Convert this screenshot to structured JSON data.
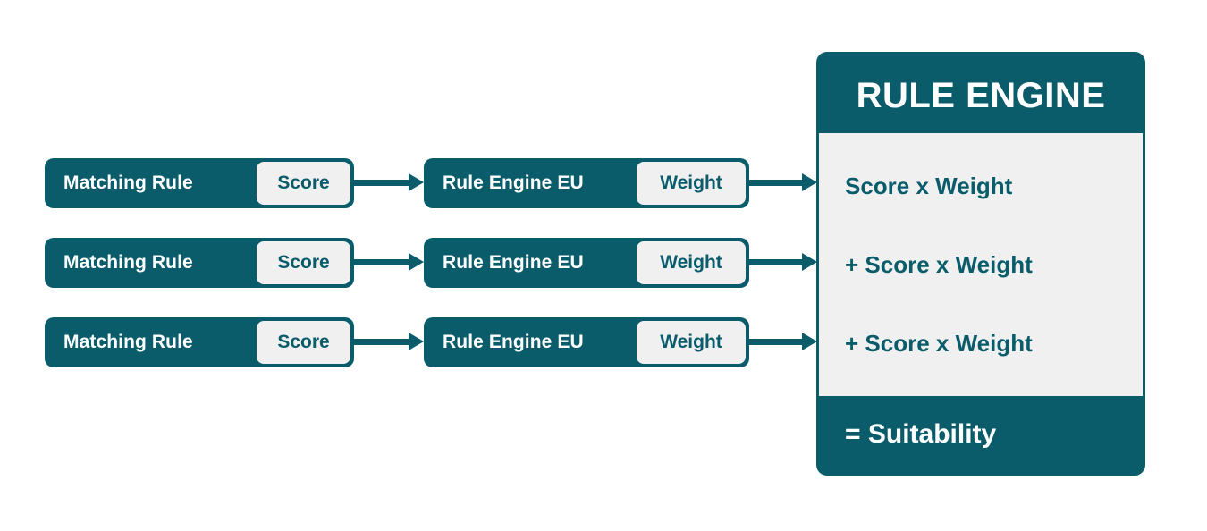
{
  "diagram": {
    "title_text": "RULE ENGINE",
    "background_color": "#ffffff",
    "accent_color": "#0b5c6b",
    "chip_color": "#f0f0f0"
  },
  "rows": [
    {
      "rule_label": "Matching Rule",
      "rule_value": "Score",
      "engine_label": "Rule Engine EU",
      "engine_value": "Weight",
      "formula": "Score x Weight"
    },
    {
      "rule_label": "Matching Rule",
      "rule_value": "Score",
      "engine_label": "Rule Engine EU",
      "engine_value": "Weight",
      "formula": "+ Score x Weight"
    },
    {
      "rule_label": "Matching Rule",
      "rule_value": "Score",
      "engine_label": "Rule Engine EU",
      "engine_value": "Weight",
      "formula": "+ Score x Weight"
    }
  ],
  "engine": {
    "title": "RULE ENGINE",
    "result": "= Suitability"
  },
  "icons": {
    "arrow": "arrow-right-icon"
  }
}
